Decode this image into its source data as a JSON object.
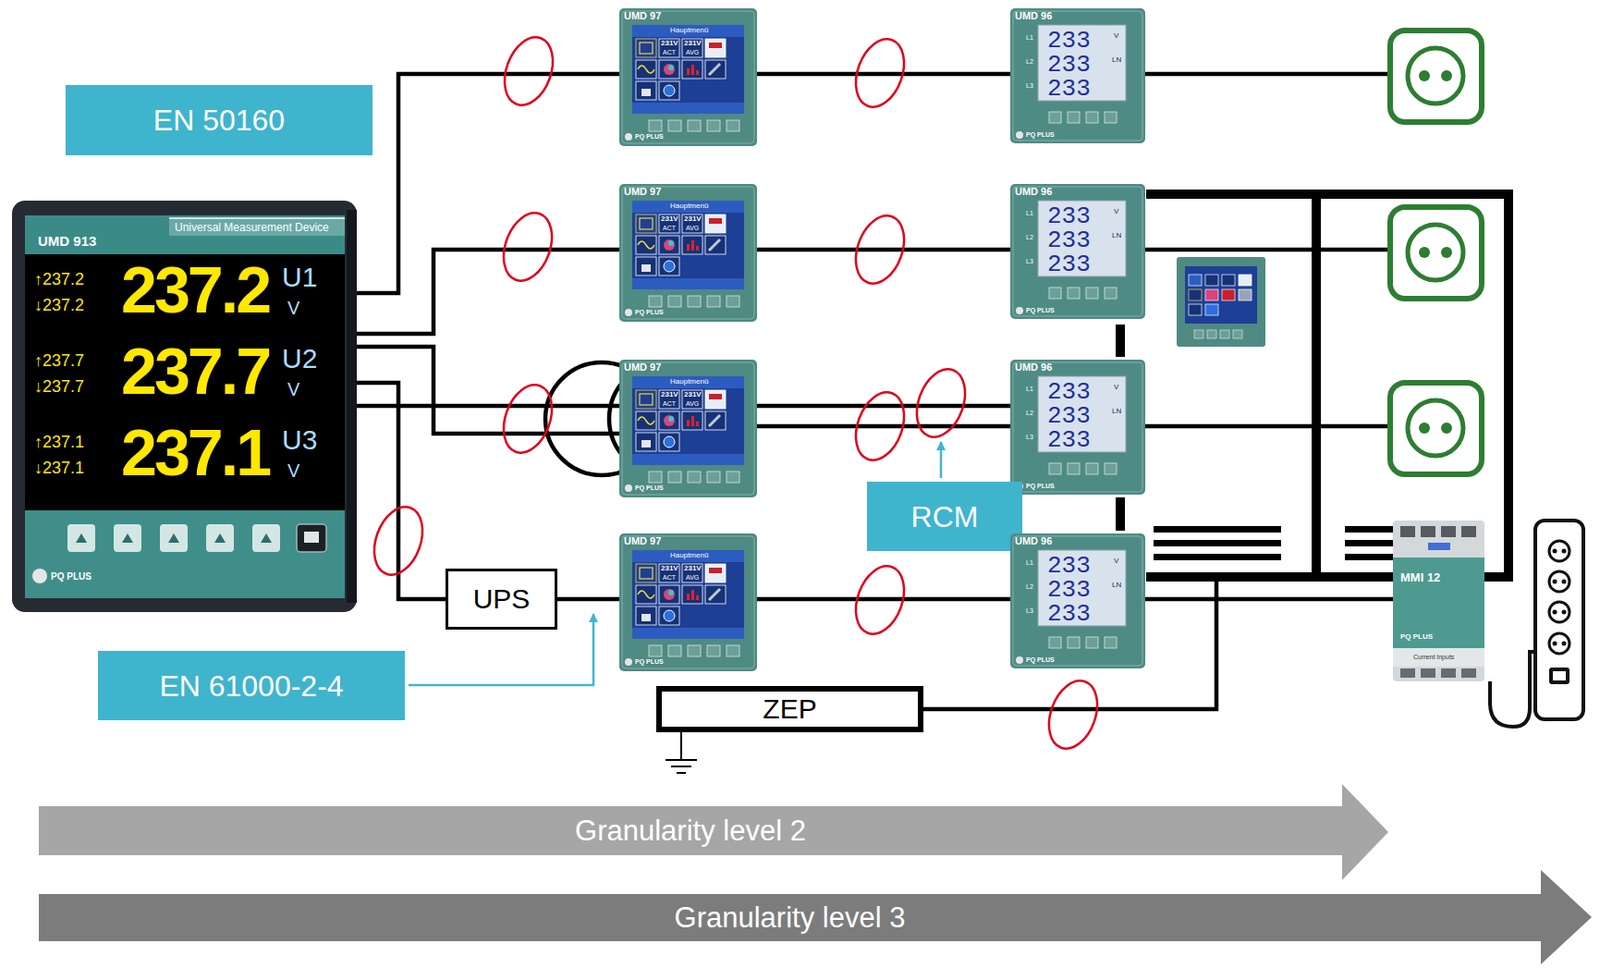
{
  "diagram": {
    "nodes": [
      {
        "text": [
          "EN 50160"
        ]
      },
      {
        "text": [
          "UMD 913",
          "Universal Measurement Device",
          "↑237.2",
          "↓237.2",
          "237.2",
          "U1",
          "V",
          "↑237.7",
          "↓237.7",
          "237.7",
          "U2",
          "V",
          "↑237.1",
          "↓237.1",
          "237.1",
          "U3",
          "V",
          "PQ PLUS"
        ]
      },
      {
        "text": [
          "UMD 97",
          "Hauptmenü",
          "231V",
          "ACT",
          "231V",
          "AVG",
          "PQ PLUS"
        ]
      },
      {
        "text": [
          "UMD 96",
          "L1",
          "L2",
          "L3",
          "233",
          "233",
          "233",
          "V",
          "LN",
          "PQ PLUS"
        ]
      },
      {
        "text": [
          "UMD 97",
          "Hauptmenü",
          "231V",
          "ACT",
          "231V",
          "AVG",
          "PQ PLUS"
        ]
      },
      {
        "text": [
          "UMD 96",
          "L1",
          "L2",
          "L3",
          "233",
          "233",
          "233",
          "V",
          "LN",
          "PQ PLUS"
        ]
      },
      {
        "text": [
          "UMD 97",
          "Hauptmenü",
          "231V",
          "ACT",
          "231V",
          "AVG",
          "PQ PLUS"
        ]
      },
      {
        "text": [
          "UMD 96",
          "L1",
          "L2",
          "L3",
          "233",
          "233",
          "233",
          "V",
          "LN",
          "PQ PLUS"
        ]
      },
      {
        "text": [
          "RCM"
        ]
      },
      {
        "text": [
          "UPS"
        ]
      },
      {
        "text": [
          "UMD 97",
          "Hauptmenü",
          "231V",
          "ACT",
          "231V",
          "AVG",
          "PQ PLUS"
        ]
      },
      {
        "text": [
          "UMD 96",
          "L1",
          "L2",
          "L3",
          "233",
          "233",
          "233",
          "V",
          "LN",
          "PQ PLUS"
        ]
      },
      {
        "text": [
          "MMI 12",
          "PQ PLUS",
          "Current Inputs"
        ]
      },
      {
        "text": [
          "EN 61000-2-4"
        ]
      },
      {
        "text": [
          "ZEP"
        ]
      },
      {
        "text": [
          "Granularity level 2"
        ]
      },
      {
        "text": [
          "Granularity level 3"
        ]
      }
    ],
    "edges": [
      {
        "from": 1,
        "to": 2,
        "arrow": "none"
      },
      {
        "from": 2,
        "to": 3,
        "arrow": "none"
      },
      {
        "from": 1,
        "to": 4,
        "arrow": "none"
      },
      {
        "from": 4,
        "to": 5,
        "arrow": "none"
      },
      {
        "from": 1,
        "to": 6,
        "arrow": "none"
      },
      {
        "from": 1,
        "to": 6,
        "arrow": "none"
      },
      {
        "from": 6,
        "to": 7,
        "arrow": "none"
      },
      {
        "from": 6,
        "to": 7,
        "arrow": "none"
      },
      {
        "from": 1,
        "to": 9,
        "arrow": "none"
      },
      {
        "from": 9,
        "to": 10,
        "arrow": "none"
      },
      {
        "from": 10,
        "to": 11,
        "arrow": "none"
      },
      {
        "from": 11,
        "to": 12,
        "arrow": "none"
      }
    ]
  }
}
